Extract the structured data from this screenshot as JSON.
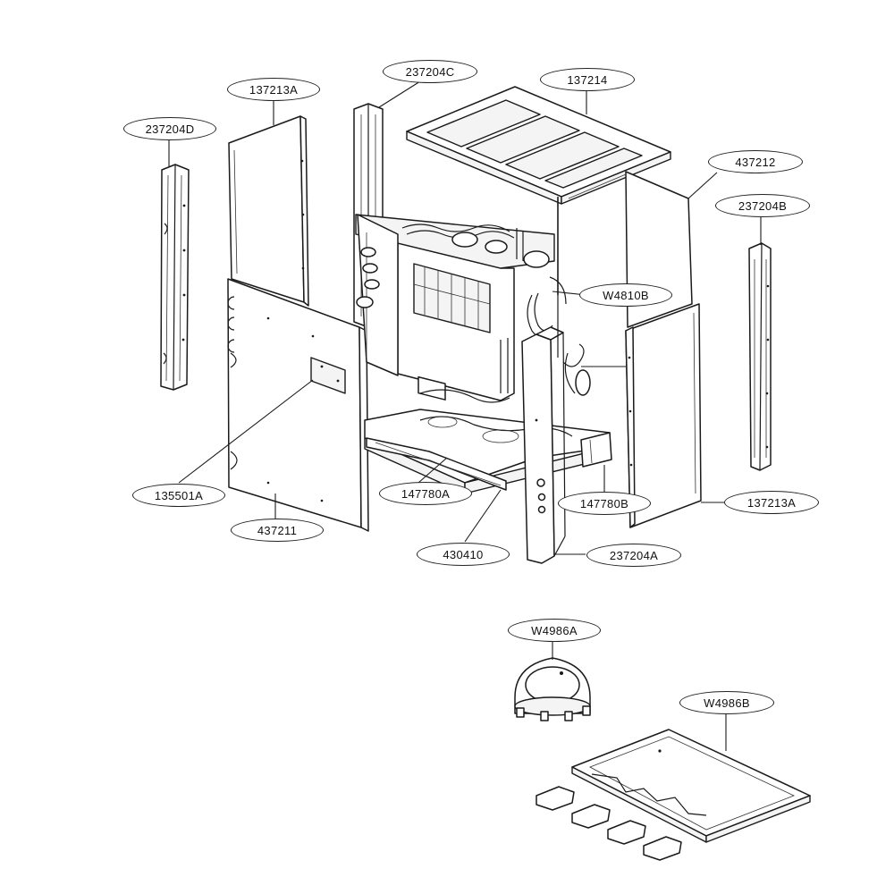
{
  "diagram": {
    "callouts": {
      "c_237204D": "237204D",
      "c_137213A_top": "137213A",
      "c_237204C": "237204C",
      "c_137214": "137214",
      "c_437212": "437212",
      "c_237204B": "237204B",
      "c_W4810B": "W4810B",
      "c_135501A": "135501A",
      "c_147780A": "147780A",
      "c_147780B": "147780B",
      "c_137213A_right": "137213A",
      "c_437211": "437211",
      "c_430410": "430410",
      "c_237204A": "237204A",
      "c_W4986A": "W4986A",
      "c_W4986B": "W4986B"
    }
  }
}
